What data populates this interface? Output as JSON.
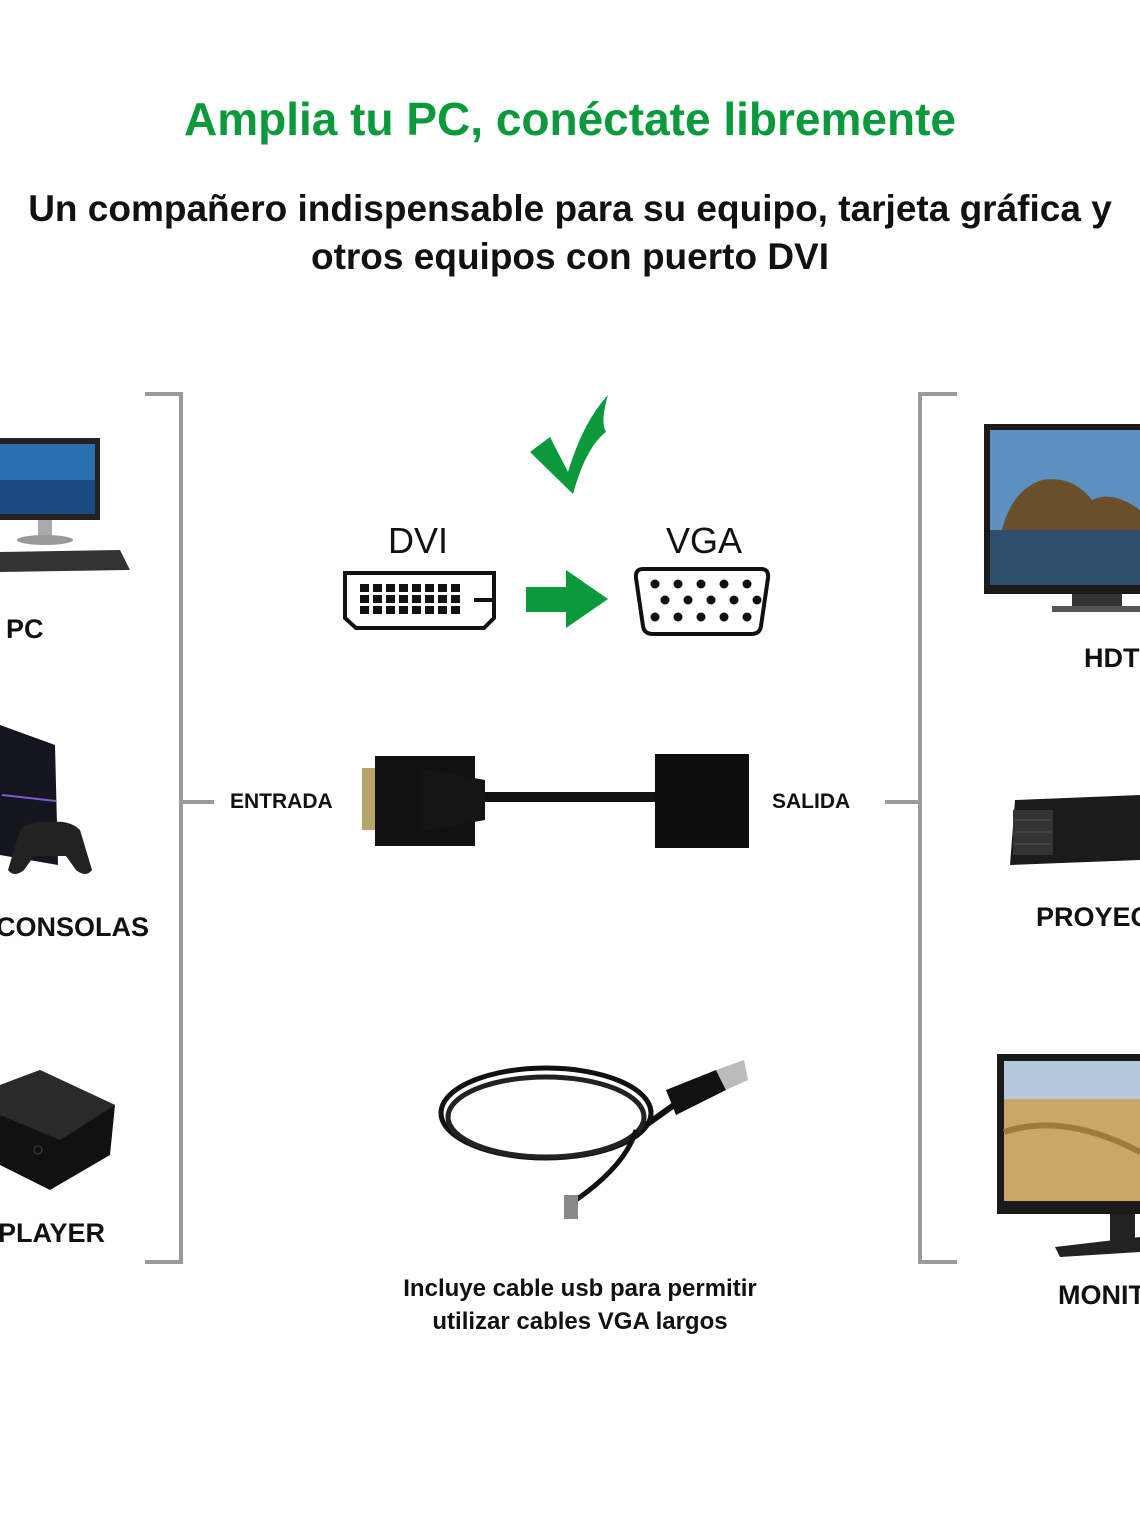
{
  "header": {
    "title": "Amplia tu PC, conéctate libremente",
    "subtitle_line1": "Un compañero indispensable para su equipo, tarjeta gráfica y",
    "subtitle_line2": "otros equipos con puerto DVI"
  },
  "colors": {
    "accent": "#0a9a3c",
    "bracket": "#9a9a9a"
  },
  "sources": [
    {
      "label": "PC",
      "icon": "desktop-pc-icon"
    },
    {
      "label": "CONSOLAS",
      "icon": "game-console-icon"
    },
    {
      "label": "PLAYER",
      "icon": "media-player-icon"
    }
  ],
  "outputs": [
    {
      "label": "HDT",
      "icon": "hdtv-icon"
    },
    {
      "label": "PROYEC",
      "icon": "projector-icon"
    },
    {
      "label": "MONIT",
      "icon": "monitor-icon"
    }
  ],
  "conversion": {
    "from": "DVI",
    "to": "VGA",
    "check_icon": "checkmark-icon",
    "arrow_icon": "arrow-right-icon"
  },
  "adapter": {
    "input_label": "ENTRADA",
    "output_label": "SALIDA"
  },
  "usb_note": {
    "line1": "Incluye cable usb para permitir",
    "line2": "utilizar cables VGA largos"
  }
}
